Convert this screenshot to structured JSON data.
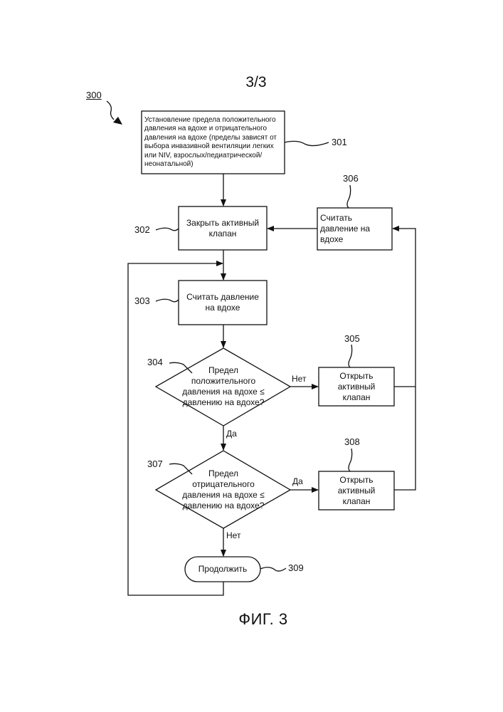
{
  "sheet_number": "3/3",
  "figure_caption": "ФИГ. 3",
  "ref_300": "300",
  "steps": {
    "s301": {
      "ref": "301",
      "text": "Установление предела положительного давления на вдохе и отрицательного давления на вдохе (пределы зависят от выбора инвазивной вентиляции легких или NIV, взрослых/педиатрической/неонатальной)"
    },
    "s302": {
      "ref": "302",
      "text": "Закрыть активный клапан"
    },
    "s303": {
      "ref": "303",
      "text": "Считать давление на вдохе"
    },
    "s304": {
      "ref": "304",
      "text": "Предел положительного давления на вдохе ≤ давлению на вдохе?"
    },
    "s305": {
      "ref": "305",
      "text": "Открыть активный клапан"
    },
    "s306": {
      "ref": "306",
      "text": "Считать давление на вдохе"
    },
    "s307": {
      "ref": "307",
      "text": "Предел отрицательного давления на вдохе ≤ давлению на вдохе?"
    },
    "s308": {
      "ref": "308",
      "text": "Открыть активный клапан"
    },
    "s309": {
      "ref": "309",
      "text": "Продолжить"
    }
  },
  "edge_labels": {
    "s304_no": "Нет",
    "s304_yes": "Да",
    "s307_yes": "Да",
    "s307_no": "Нет"
  }
}
